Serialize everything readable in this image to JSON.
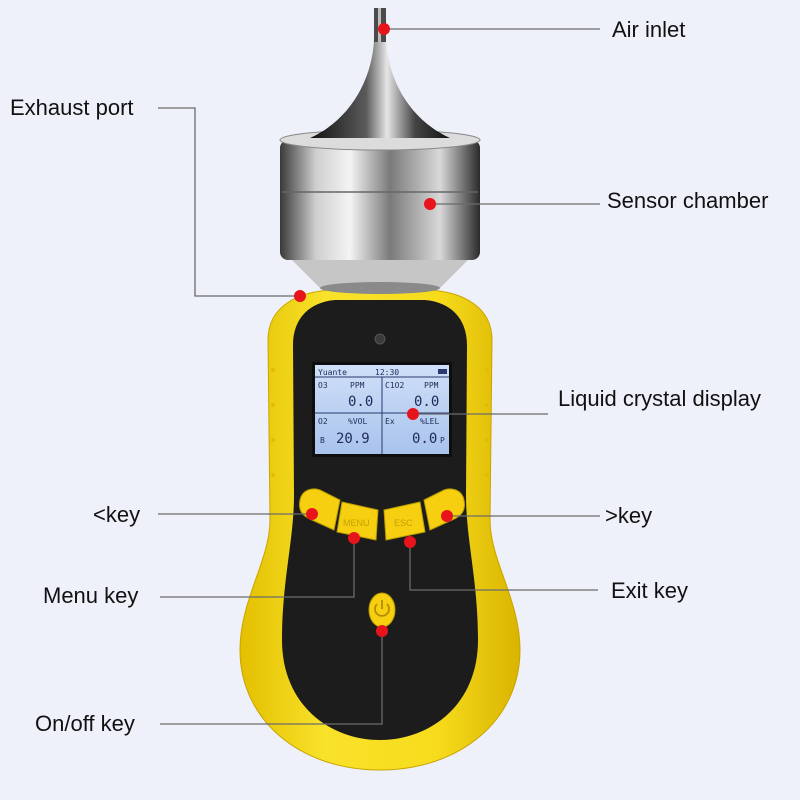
{
  "callouts": {
    "air_inlet": "Air inlet",
    "exhaust_port": "Exhaust port",
    "sensor_chamber": "Sensor chamber",
    "lcd": "Liquid crystal display",
    "left_key": "<key",
    "right_key": ">key",
    "menu_key": "Menu key",
    "exit_key": "Exit key",
    "onoff_key": "On/off key"
  },
  "lcd": {
    "header_left": "Yuante",
    "header_time": "12:30",
    "cells": [
      {
        "gas": "O3",
        "unit": "PPM",
        "value": "0.0",
        "flag": ""
      },
      {
        "gas": "C1O2",
        "unit": "PPM",
        "value": "0.0",
        "flag": ""
      },
      {
        "gas": "O2",
        "unit": "%VOL",
        "value": "20.9",
        "flag": "B"
      },
      {
        "gas": "Ex",
        "unit": "%LEL",
        "value": "0.0",
        "flag": "P"
      }
    ]
  },
  "keys": {
    "menu_label": "MENU",
    "esc_label": "ESC"
  },
  "colors": {
    "marker": "#e8141c",
    "body_yellow": "#f6d81a",
    "face_black": "#1a1a1a",
    "lcd_blue": "#bcd3f3"
  }
}
